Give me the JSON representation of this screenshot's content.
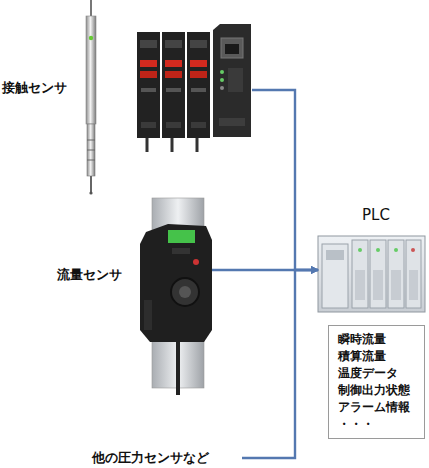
{
  "diagram": {
    "nodes": [
      {
        "text": [
          "接触センサ"
        ]
      },
      {
        "text": [
          "流量センサ"
        ]
      },
      {
        "text": [
          "他の圧力センサなど"
        ]
      },
      {
        "text": [
          "PLC"
        ]
      },
      {
        "text": [
          "瞬時流量",
          "積算流量",
          "温度データ",
          "制御出力状態",
          "アラーム情報",
          "・・・"
        ]
      }
    ],
    "edges": [
      {
        "from": 0,
        "to": 3,
        "arrow": "to"
      },
      {
        "from": 1,
        "to": 3,
        "arrow": "to"
      },
      {
        "from": 2,
        "to": 3,
        "arrow": "to"
      }
    ]
  }
}
